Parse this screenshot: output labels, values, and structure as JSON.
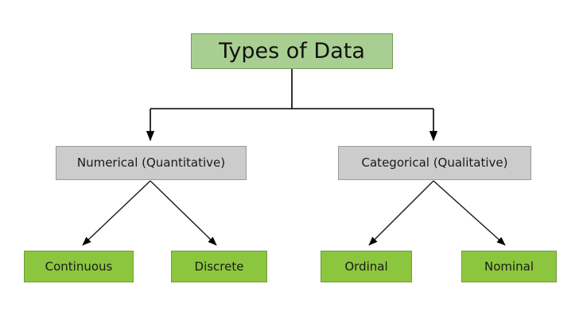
{
  "diagram": {
    "title": "Types of Data",
    "type": "tree-hierarchy",
    "background_color": "#ffffff",
    "root": {
      "label": "Types of Data",
      "fill_color": "#a8cf91",
      "border_color": "#6f9d57"
    },
    "branches": [
      {
        "label": "Numerical (Quantitative)",
        "fill_color": "#cccccc",
        "border_color": "#9a9a9a",
        "children": [
          {
            "label": "Continuous",
            "fill_color": "#8cc63f",
            "border_color": "#6f9d37"
          },
          {
            "label": "Discrete",
            "fill_color": "#8cc63f",
            "border_color": "#6f9d37"
          }
        ]
      },
      {
        "label": "Categorical (Qualitative)",
        "fill_color": "#cccccc",
        "border_color": "#9a9a9a",
        "children": [
          {
            "label": "Ordinal",
            "fill_color": "#8cc63f",
            "border_color": "#6f9d37"
          },
          {
            "label": "Nominal",
            "fill_color": "#8cc63f",
            "border_color": "#6f9d37"
          }
        ]
      }
    ],
    "connector_color": "#000000"
  }
}
